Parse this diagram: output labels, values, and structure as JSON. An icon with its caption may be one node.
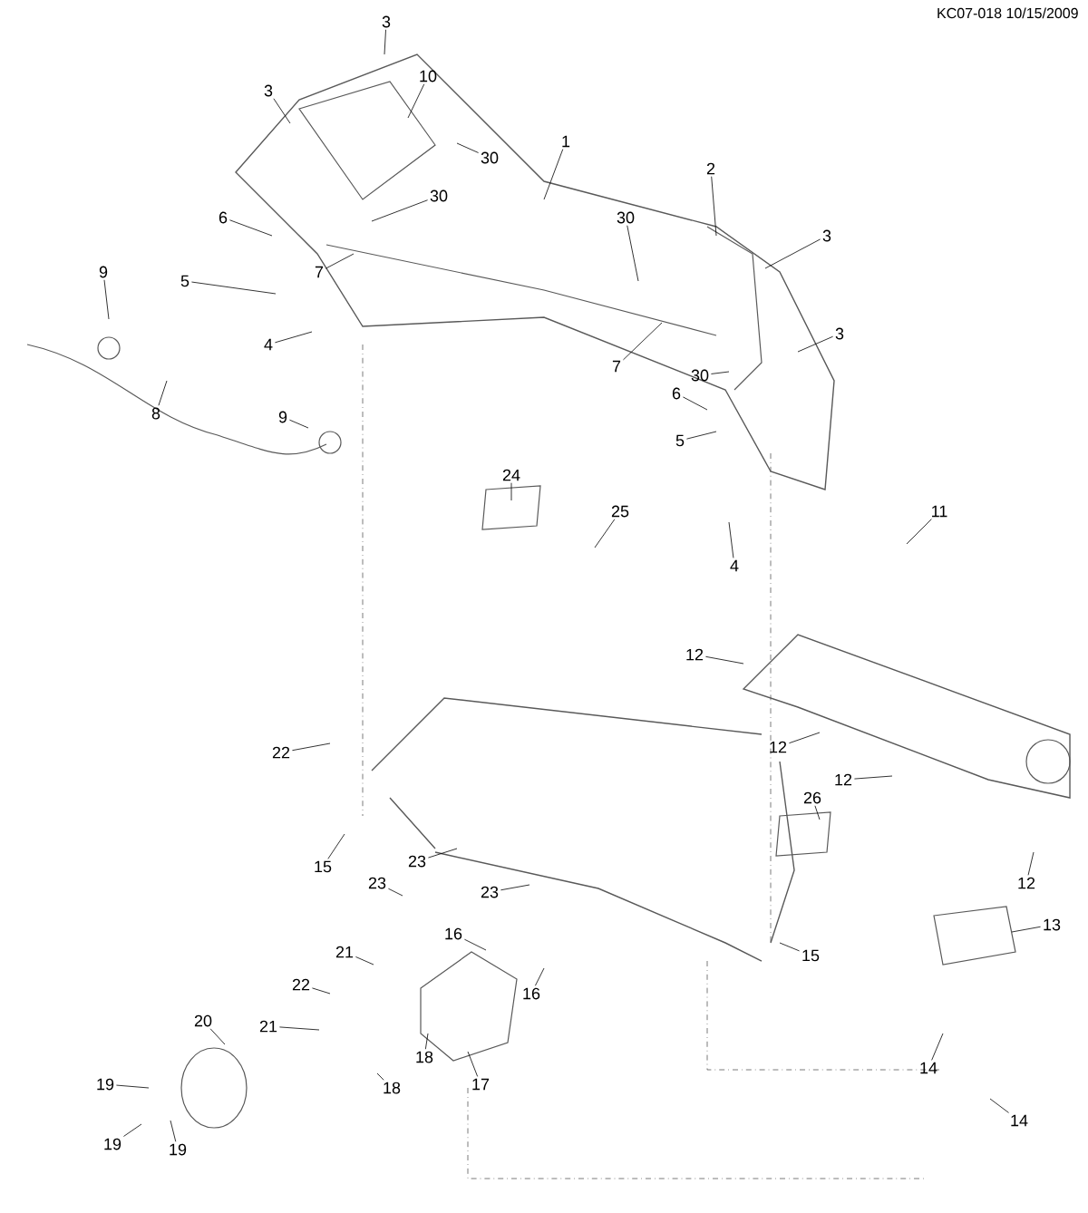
{
  "diagram": {
    "nodes": [
      {
        "text": [
          "1"
        ]
      },
      {
        "text": [
          "2"
        ]
      },
      {
        "text": [
          "3"
        ]
      },
      {
        "text": [
          "3"
        ]
      },
      {
        "text": [
          "10"
        ]
      },
      {
        "text": [
          "30"
        ]
      },
      {
        "text": [
          "30"
        ]
      },
      {
        "text": [
          "6"
        ]
      },
      {
        "text": [
          "5"
        ]
      },
      {
        "text": [
          "9"
        ]
      },
      {
        "text": [
          "7"
        ]
      },
      {
        "text": [
          "4"
        ]
      },
      {
        "text": [
          "30"
        ]
      },
      {
        "text": [
          "3"
        ]
      },
      {
        "text": [
          "3"
        ]
      },
      {
        "text": [
          "7"
        ]
      },
      {
        "text": [
          "30"
        ]
      },
      {
        "text": [
          "6"
        ]
      },
      {
        "text": [
          "5"
        ]
      },
      {
        "text": [
          "8"
        ]
      },
      {
        "text": [
          "9"
        ]
      },
      {
        "text": [
          "4"
        ]
      },
      {
        "text": [
          "24"
        ]
      },
      {
        "text": [
          "11"
        ]
      },
      {
        "text": [
          "25"
        ]
      },
      {
        "text": [
          "22"
        ]
      },
      {
        "text": [
          "12"
        ]
      },
      {
        "text": [
          "12"
        ]
      },
      {
        "text": [
          "12"
        ]
      },
      {
        "text": [
          "26"
        ]
      },
      {
        "text": [
          "15"
        ]
      },
      {
        "text": [
          "23"
        ]
      },
      {
        "text": [
          "23"
        ]
      },
      {
        "text": [
          "23"
        ]
      },
      {
        "text": [
          "12"
        ]
      },
      {
        "text": [
          "15"
        ]
      },
      {
        "text": [
          "13"
        ]
      },
      {
        "text": [
          "16"
        ]
      },
      {
        "text": [
          "21"
        ]
      },
      {
        "text": [
          "22"
        ]
      },
      {
        "text": [
          "21"
        ]
      },
      {
        "text": [
          "16"
        ]
      },
      {
        "text": [
          "20"
        ]
      },
      {
        "text": [
          "18"
        ]
      },
      {
        "text": [
          "18"
        ]
      },
      {
        "text": [
          "17"
        ]
      },
      {
        "text": [
          "19"
        ]
      },
      {
        "text": [
          "19"
        ]
      },
      {
        "text": [
          "19"
        ]
      },
      {
        "text": [
          "14"
        ]
      },
      {
        "text": [
          "14"
        ]
      }
    ],
    "edges": [
      {
        "from": 0,
        "to": null,
        "arrow": "none"
      },
      {
        "from": 1,
        "to": null,
        "arrow": "none"
      },
      {
        "from": 2,
        "to": null,
        "arrow": "none"
      },
      {
        "from": 3,
        "to": null,
        "arrow": "none"
      },
      {
        "from": 4,
        "to": null,
        "arrow": "none"
      },
      {
        "from": 5,
        "to": null,
        "arrow": "none"
      },
      {
        "from": 6,
        "to": null,
        "arrow": "none"
      },
      {
        "from": 7,
        "to": null,
        "arrow": "none"
      },
      {
        "from": 8,
        "to": null,
        "arrow": "none"
      },
      {
        "from": 9,
        "to": null,
        "arrow": "none"
      },
      {
        "from": 10,
        "to": null,
        "arrow": "none"
      },
      {
        "from": 11,
        "to": null,
        "arrow": "none"
      },
      {
        "from": 12,
        "to": null,
        "arrow": "none"
      },
      {
        "from": 13,
        "to": null,
        "arrow": "none"
      },
      {
        "from": 14,
        "to": null,
        "arrow": "none"
      },
      {
        "from": 15,
        "to": null,
        "arrow": "none"
      },
      {
        "from": 16,
        "to": null,
        "arrow": "none"
      },
      {
        "from": 17,
        "to": null,
        "arrow": "none"
      },
      {
        "from": 18,
        "to": null,
        "arrow": "none"
      },
      {
        "from": 19,
        "to": null,
        "arrow": "none"
      },
      {
        "from": 20,
        "to": null,
        "arrow": "none"
      },
      {
        "from": 21,
        "to": null,
        "arrow": "none"
      },
      {
        "from": 22,
        "to": null,
        "arrow": "none"
      },
      {
        "from": 23,
        "to": null,
        "arrow": "none"
      },
      {
        "from": 24,
        "to": null,
        "arrow": "none"
      },
      {
        "from": 25,
        "to": null,
        "arrow": "none"
      },
      {
        "from": 26,
        "to": null,
        "arrow": "none"
      },
      {
        "from": 27,
        "to": null,
        "arrow": "none"
      },
      {
        "from": 28,
        "to": null,
        "arrow": "none"
      },
      {
        "from": 29,
        "to": null,
        "arrow": "none"
      },
      {
        "from": 30,
        "to": null,
        "arrow": "none"
      },
      {
        "from": 31,
        "to": null,
        "arrow": "none"
      },
      {
        "from": 32,
        "to": null,
        "arrow": "none"
      },
      {
        "from": 33,
        "to": null,
        "arrow": "none"
      },
      {
        "from": 34,
        "to": null,
        "arrow": "none"
      },
      {
        "from": 35,
        "to": null,
        "arrow": "none"
      },
      {
        "from": 36,
        "to": null,
        "arrow": "none"
      },
      {
        "from": 37,
        "to": null,
        "arrow": "none"
      },
      {
        "from": 38,
        "to": null,
        "arrow": "none"
      },
      {
        "from": 39,
        "to": null,
        "arrow": "none"
      },
      {
        "from": 40,
        "to": null,
        "arrow": "none"
      },
      {
        "from": 41,
        "to": null,
        "arrow": "none"
      },
      {
        "from": 42,
        "to": null,
        "arrow": "none"
      },
      {
        "from": 43,
        "to": null,
        "arrow": "none"
      },
      {
        "from": 44,
        "to": null,
        "arrow": "none"
      },
      {
        "from": 45,
        "to": null,
        "arrow": "none"
      },
      {
        "from": 46,
        "to": null,
        "arrow": "none"
      },
      {
        "from": 47,
        "to": null,
        "arrow": "none"
      },
      {
        "from": 48,
        "to": null,
        "arrow": "none"
      },
      {
        "from": 49,
        "to": null,
        "arrow": "none"
      },
      {
        "from": 50,
        "to": null,
        "arrow": "none"
      }
    ],
    "labels": [
      "KC07-018 10/15/2009"
    ]
  }
}
